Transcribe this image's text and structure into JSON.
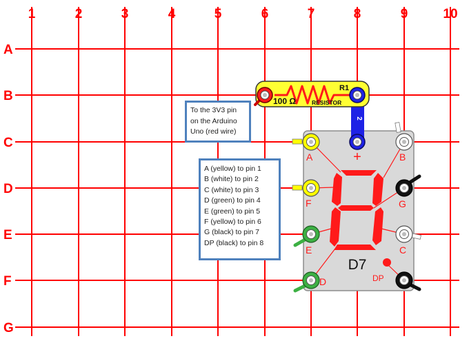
{
  "grid": {
    "columns": [
      "1",
      "2",
      "3",
      "4",
      "5",
      "6",
      "7",
      "8",
      "9",
      "10"
    ],
    "rows": [
      "A",
      "B",
      "C",
      "D",
      "E",
      "F",
      "G"
    ],
    "line_color": "#ff0000"
  },
  "resistor": {
    "id_label": "R1",
    "value_label": "100 Ω",
    "name_label": "RESISTOR",
    "body_color": "#ffff33"
  },
  "wire": {
    "number_label": "2",
    "plus_label": "+",
    "color": "#1e22e6"
  },
  "display": {
    "label": "D7",
    "body_color": "#d9d9d9",
    "segment_color": "#ff1a1a",
    "pin_labels": {
      "a": "A",
      "b": "B",
      "c": "C",
      "d": "D",
      "e": "E",
      "f": "F",
      "g": "G",
      "dp": "DP"
    },
    "pin_colors": {
      "yellow": "#ffff00",
      "white": "#ffffff",
      "green": "#3cb043",
      "black": "#111111"
    }
  },
  "notes": {
    "power": {
      "lines": [
        "To the 3V3 pin",
        "on the Arduino",
        "Uno (red wire)"
      ]
    },
    "pins": {
      "lines": [
        "A (yellow) to pin 1",
        "B (white) to pin 2",
        "C (white) to pin 3",
        "D (green) to pin 4",
        "E (green) to pin 5",
        "F (yellow) to pin 6",
        "G (black) to pin 7",
        "DP (black) to pin 8"
      ]
    }
  }
}
